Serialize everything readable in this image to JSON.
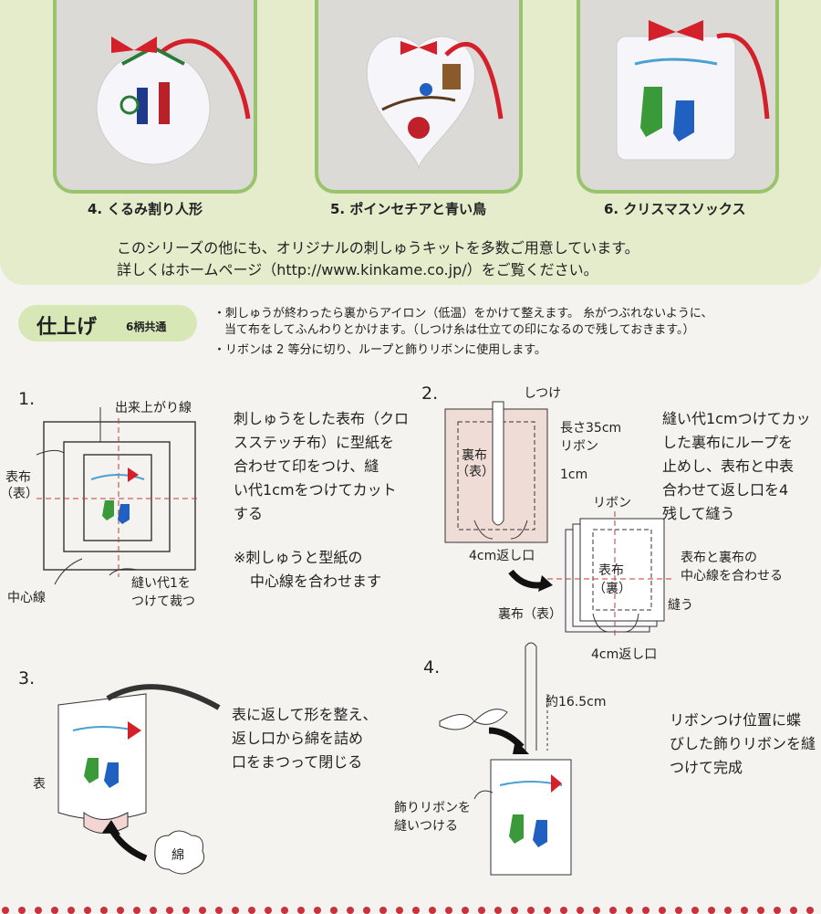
{
  "products": [
    {
      "caption": "4. くるみ割り人形"
    },
    {
      "caption": "5. ポインセチアと青い鳥"
    },
    {
      "caption": "6. クリスマスソックス"
    }
  ],
  "series_note": {
    "line1": "このシリーズの他にも、オリジナルの刺しゅうキットを多数ご用意しています。",
    "line2": "詳しくはホームページ（http://www.kinkame.co.jp/）をご覧ください。"
  },
  "finish": {
    "title": "仕上げ",
    "subtitle": "6柄共通",
    "notes": [
      "・刺しゅうが終わったら裏からアイロン（低温）をかけて整えます。 糸がつぶれないように、",
      "当て布をしてふんわりとかけます。（しつけ糸は仕立ての印になるので残しておきます。）",
      "・リボンは 2 等分に切り、ループと飾りリボンに使用します。"
    ]
  },
  "steps": {
    "s1": {
      "num": "1.",
      "finished_line": "出来上がり線",
      "front_fabric": "表布",
      "front_side": "（表）",
      "center_line": "中心線",
      "seam_cut": [
        "縫い代1を",
        "つけて裁つ"
      ],
      "text": [
        "刺しゅうをした表布（クロ",
        "スステッチ布）に型紙を",
        "合わせて印をつけ、縫",
        "い代1cmをつけてカット",
        "する"
      ],
      "note": [
        "※刺しゅうと型紙の",
        "中心線を合わせます"
      ]
    },
    "s2": {
      "num": "2.",
      "basting": "しつけ",
      "ribbon_len": [
        "長さ35cm",
        "リボン"
      ],
      "back_label": [
        "裏布",
        "（表）"
      ],
      "one_cm": "1cm",
      "opening": "4cm返し口",
      "ribbon": "リボン",
      "front_back": [
        "表布",
        "（裏）"
      ],
      "align": [
        "表布と裏布の",
        "中心線を合わせる"
      ],
      "back_front": "裏布（表）",
      "sew": "縫う",
      "opening2": "4cm返し口",
      "text": [
        "縫い代1cmつけてカッ",
        "した裏布にループを",
        "止めし、表布と中表",
        "合わせて返し口を4",
        "残して縫う"
      ]
    },
    "s3": {
      "num": "3.",
      "front": "表",
      "cotton": "綿",
      "text": [
        "表に返して形を整え、",
        "返し口から綿を詰め",
        "口をまつって閉じる"
      ]
    },
    "s4": {
      "num": "4.",
      "approx": "約16.5cm",
      "sew_bow": [
        "飾りリボンを",
        "縫いつける"
      ],
      "text": [
        "リボンつけ位置に蝶",
        "びした飾りリボンを縫",
        "つけて完成"
      ]
    }
  },
  "colors": {
    "green_band": "#e4eccb",
    "frame_green": "#9ac36e",
    "ribbon_red": "#d4202a",
    "dot_red": "#c8323a"
  }
}
